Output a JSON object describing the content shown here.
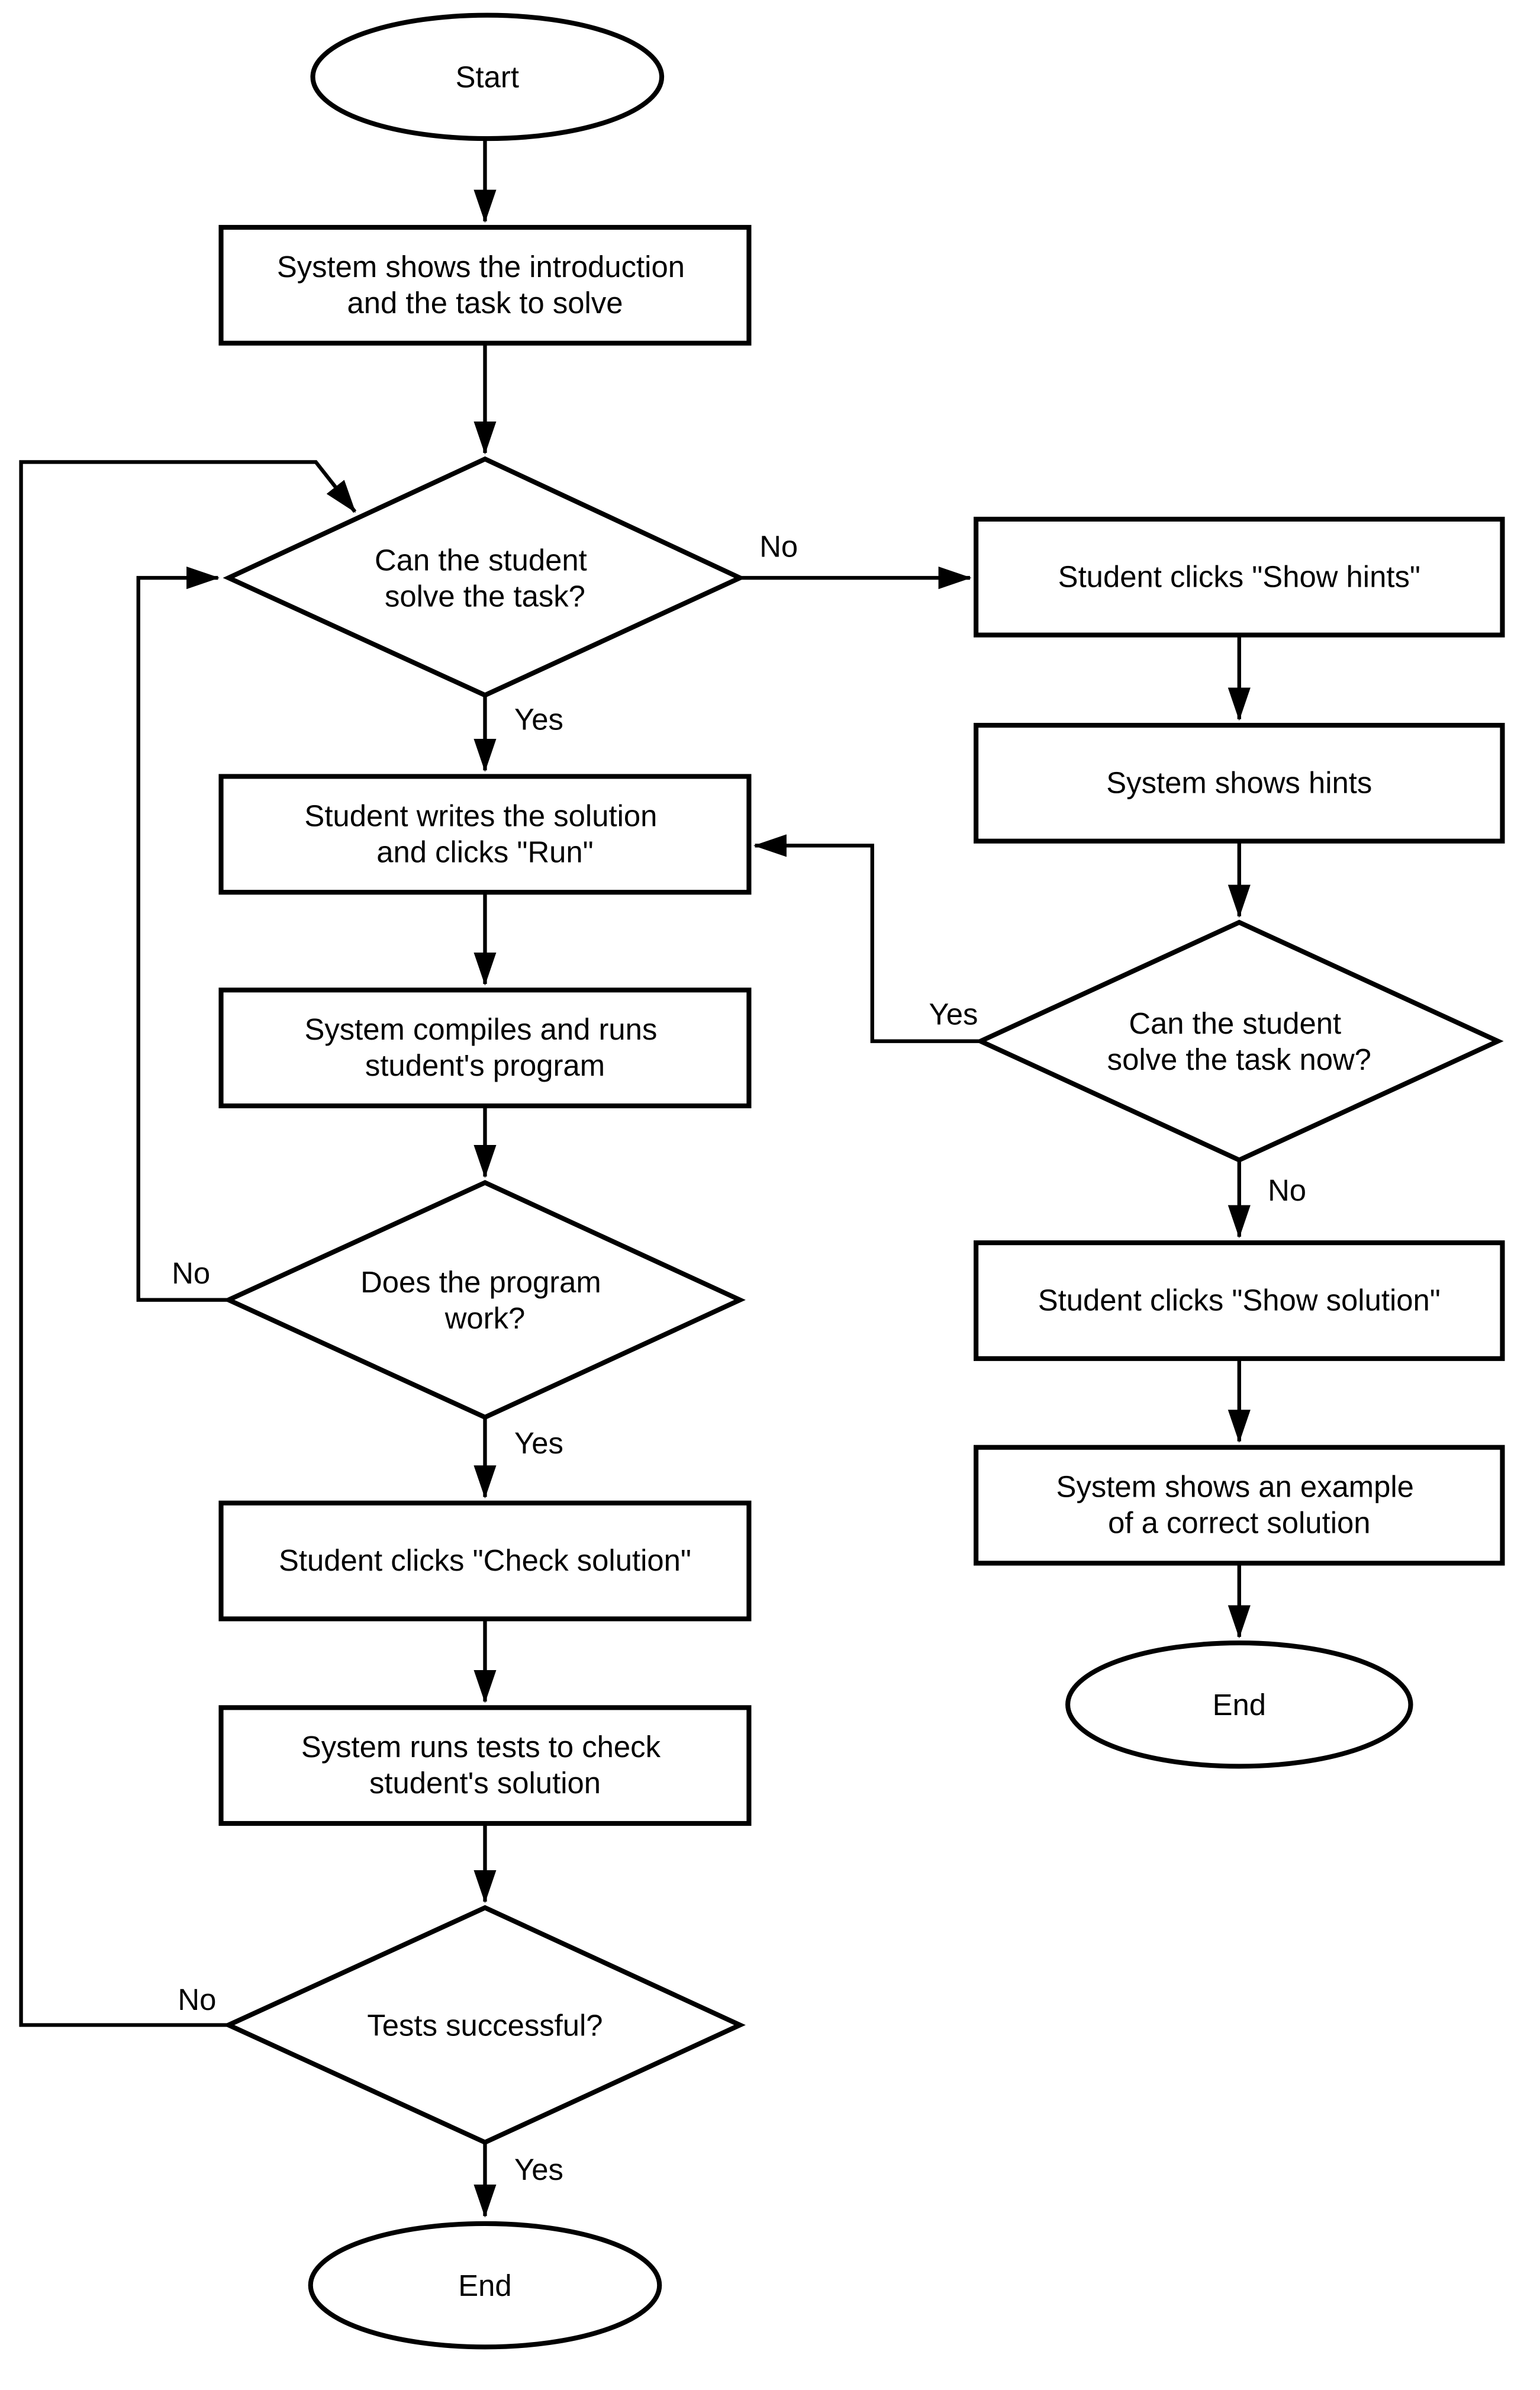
{
  "diagram": {
    "colors": {
      "line": "#000000",
      "node_fill": "#ffffff",
      "background": "#ffffff",
      "text": "#000000"
    },
    "nodes": {
      "start": {
        "type": "terminator",
        "label": "Start"
      },
      "intro": {
        "type": "process",
        "lines": [
          "System shows the introduction",
          "and the task to solve"
        ]
      },
      "can_solve": {
        "type": "decision",
        "lines": [
          "Can the student",
          "solve the task?"
        ]
      },
      "write_run": {
        "type": "process",
        "lines": [
          "Student writes the solution",
          "and clicks \"Run\""
        ]
      },
      "compile_run": {
        "type": "process",
        "lines": [
          "System compiles and runs",
          "student's program"
        ]
      },
      "program_works": {
        "type": "decision",
        "lines": [
          "Does the program",
          "work?"
        ]
      },
      "check_solution": {
        "type": "process",
        "lines": [
          "Student clicks \"Check solution\""
        ]
      },
      "run_tests": {
        "type": "process",
        "lines": [
          "System runs tests to check",
          "student's solution"
        ]
      },
      "tests_successful": {
        "type": "decision",
        "lines": [
          "Tests successful?"
        ]
      },
      "end_main": {
        "type": "terminator",
        "label": "End"
      },
      "click_show_hints": {
        "type": "process",
        "lines": [
          "Student clicks \"Show hints\""
        ]
      },
      "show_hints": {
        "type": "process",
        "lines": [
          "System shows hints"
        ]
      },
      "can_solve_now": {
        "type": "decision",
        "lines": [
          "Can the student",
          "solve the task now?"
        ]
      },
      "click_show_solution": {
        "type": "process",
        "lines": [
          "Student clicks \"Show solution\""
        ]
      },
      "show_solution": {
        "type": "process",
        "lines": [
          "System shows an example",
          "of a correct solution"
        ]
      },
      "end_alt": {
        "type": "terminator",
        "label": "End"
      }
    },
    "edges": {
      "can_solve_no": {
        "from": "can_solve",
        "to": "click_show_hints",
        "label": "No"
      },
      "can_solve_yes": {
        "from": "can_solve",
        "to": "write_run",
        "label": "Yes"
      },
      "program_works_yes": {
        "from": "program_works",
        "to": "check_solution",
        "label": "Yes"
      },
      "program_works_no": {
        "from": "program_works",
        "to": "can_solve",
        "label": "No"
      },
      "tests_yes": {
        "from": "tests_successful",
        "to": "end_main",
        "label": "Yes"
      },
      "tests_no": {
        "from": "tests_successful",
        "to": "can_solve",
        "label": "No"
      },
      "can_solve_now_yes": {
        "from": "can_solve_now",
        "to": "write_run",
        "label": "Yes"
      },
      "can_solve_now_no": {
        "from": "can_solve_now",
        "to": "click_show_solution",
        "label": "No"
      }
    }
  }
}
